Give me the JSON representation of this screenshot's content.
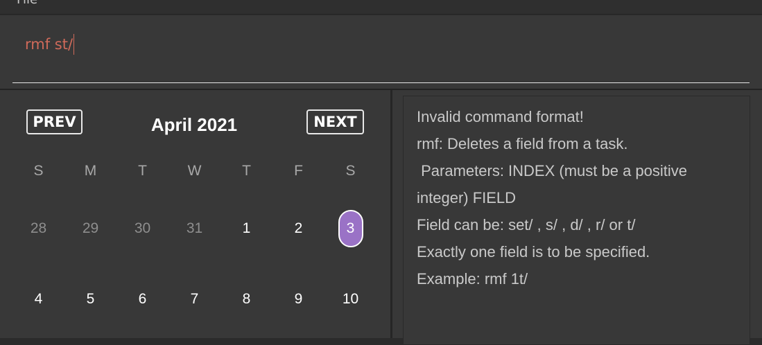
{
  "menubar": {
    "file_label": "File"
  },
  "command": {
    "value": "rmf st/"
  },
  "calendar": {
    "prev_label": "PREV",
    "next_label": "NEXT",
    "month_title": "April 2021",
    "day_headers": [
      "S",
      "M",
      "T",
      "W",
      "T",
      "F",
      "S"
    ],
    "weeks": [
      [
        {
          "label": "28",
          "state": "other"
        },
        {
          "label": "29",
          "state": "other"
        },
        {
          "label": "30",
          "state": "other"
        },
        {
          "label": "31",
          "state": "other"
        },
        {
          "label": "1",
          "state": "current"
        },
        {
          "label": "2",
          "state": "current"
        },
        {
          "label": "3",
          "state": "today"
        }
      ],
      [
        {
          "label": "4",
          "state": "current"
        },
        {
          "label": "5",
          "state": "current"
        },
        {
          "label": "6",
          "state": "current"
        },
        {
          "label": "7",
          "state": "current"
        },
        {
          "label": "8",
          "state": "current"
        },
        {
          "label": "9",
          "state": "current"
        },
        {
          "label": "10",
          "state": "current"
        }
      ]
    ],
    "today_color": "#9a72c6"
  },
  "result": {
    "lines": [
      "Invalid command format!",
      "rmf: Deletes a field from a task.",
      " Parameters: INDEX (must be a positive",
      "integer) FIELD",
      "Field can be: set/ , s/ , d/ , r/ or t/",
      "Exactly one field is to be specified.",
      "Example: rmf 1t/"
    ]
  },
  "colors": {
    "background": "#2b2b2b",
    "panel": "#383838",
    "command_text": "#d06a5a",
    "today_highlight": "#9a72c6"
  }
}
